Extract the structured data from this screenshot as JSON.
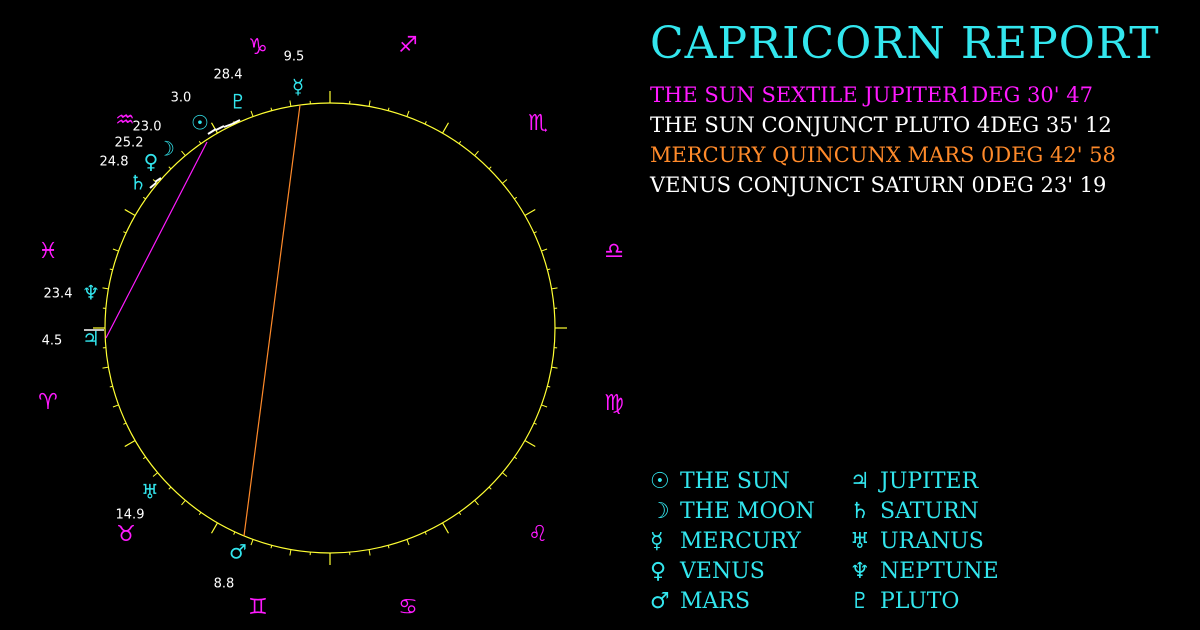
{
  "title": "CAPRICORN REPORT",
  "colors": {
    "background": "#000000",
    "title": "#33e6ee",
    "zodiac": "#ff1aff",
    "planet": "#33e6ee",
    "circle_ticks": "#ffff33",
    "aspect_magenta": "#ff1aff",
    "aspect_white": "#ffffff",
    "aspect_orange": "#ff8a2a",
    "label_text": "#ffffff"
  },
  "aspects": [
    {
      "text": "THE SUN SEXTILE JUPITER1DEG 30' 47",
      "color": "#ff1aff"
    },
    {
      "text": "THE SUN CONJUNCT PLUTO 4DEG 35' 12",
      "color": "#ffffff"
    },
    {
      "text": "MERCURY QUINCUNX MARS 0DEG 42' 58",
      "color": "#ff8a2a"
    },
    {
      "text": "VENUS CONJUNCT SATURN 0DEG 23' 19",
      "color": "#ffffff"
    }
  ],
  "zodiac_signs": [
    {
      "name": "aries-icon",
      "glyph": "♈"
    },
    {
      "name": "taurus-icon",
      "glyph": "♉"
    },
    {
      "name": "gemini-icon",
      "glyph": "♊"
    },
    {
      "name": "cancer-icon",
      "glyph": "♋"
    },
    {
      "name": "leo-icon",
      "glyph": "♌"
    },
    {
      "name": "virgo-icon",
      "glyph": "♍"
    },
    {
      "name": "libra-icon",
      "glyph": "♎"
    },
    {
      "name": "scorpio-icon",
      "glyph": "♏"
    },
    {
      "name": "sagittarius-icon",
      "glyph": "♐"
    },
    {
      "name": "capricorn-icon",
      "glyph": "♑"
    },
    {
      "name": "aquarius-icon",
      "glyph": "♒"
    },
    {
      "name": "pisces-icon",
      "glyph": "♓"
    }
  ],
  "planets": [
    {
      "name": "sun-icon",
      "glyph": "☉",
      "degree": "3.0"
    },
    {
      "name": "moon-icon",
      "glyph": "☽",
      "degree": "25.2"
    },
    {
      "name": "mercury-icon",
      "glyph": "☿",
      "degree": "9.5"
    },
    {
      "name": "venus-icon",
      "glyph": "♀",
      "degree": "24.8"
    },
    {
      "name": "mars-icon",
      "glyph": "♂",
      "degree": "8.8"
    },
    {
      "name": "jupiter-icon",
      "glyph": "♃",
      "degree": "4.5"
    },
    {
      "name": "saturn-icon",
      "glyph": "♄",
      "degree": ""
    },
    {
      "name": "uranus-icon",
      "glyph": "♅",
      "degree": "14.9"
    },
    {
      "name": "neptune-icon",
      "glyph": "♆",
      "degree": "23.4"
    },
    {
      "name": "pluto-icon",
      "glyph": "♇",
      "degree": "28.4"
    }
  ],
  "extra_labels": [
    "23.0"
  ],
  "legend": {
    "left": [
      {
        "glyph": "☉",
        "label": "THE SUN"
      },
      {
        "glyph": "☽",
        "label": "THE MOON"
      },
      {
        "glyph": "☿",
        "label": "MERCURY"
      },
      {
        "glyph": "♀",
        "label": "VENUS"
      },
      {
        "glyph": "♂",
        "label": "MARS"
      }
    ],
    "right": [
      {
        "glyph": "♃",
        "label": "JUPITER"
      },
      {
        "glyph": "♄",
        "label": "SATURN"
      },
      {
        "glyph": "♅",
        "label": "URANUS"
      },
      {
        "glyph": "♆",
        "label": "NEPTUNE"
      },
      {
        "glyph": "♇",
        "label": "PLUTO"
      }
    ]
  }
}
